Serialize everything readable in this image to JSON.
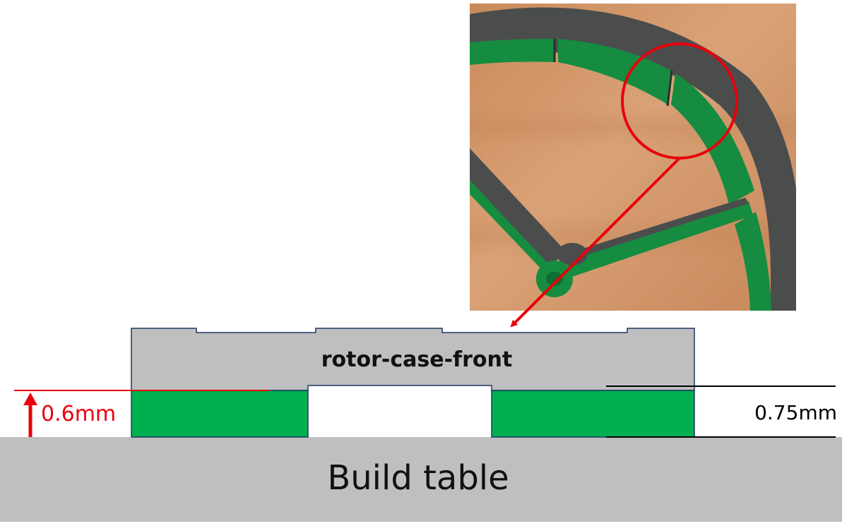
{
  "diagram": {
    "part_label": "rotor-case-front",
    "table_label": "Build table",
    "dimension_red": "0.6mm",
    "dimension_black": "0.75mm"
  },
  "colors": {
    "green": "#00b050",
    "gray": "#bfbfbf",
    "red": "#e8000b",
    "outline": "#1f3864",
    "wood": "#c98f5e",
    "dark_part": "#4a4c4c",
    "print_green": "#15893f"
  }
}
